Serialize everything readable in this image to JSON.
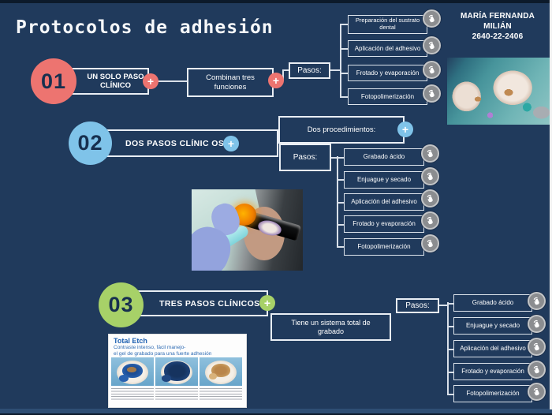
{
  "page": {
    "title": "Protocolos de adhesión"
  },
  "header": {
    "name": "MARÍA FERNANDA\nMILIÁN\n2640-22-2406"
  },
  "glyphs": {
    "plus": "+"
  },
  "colors": {
    "background": "#203a5c",
    "coral": "#ed7470",
    "light_blue": "#7fc3e9",
    "green": "#a7d168",
    "number_text": "#17304f",
    "line": "#d9e0e9"
  },
  "sections": {
    "s1": {
      "number": "01",
      "title": "UN SOLO PASO\nCLÍNICO",
      "node1": "Combinan tres\nfunciones",
      "pasos_label": "Pasos:",
      "steps": [
        "Preparación del sustrato dental",
        "Aplicación del adhesivo",
        "Frotado y evaporación",
        "Fotopolimerización"
      ]
    },
    "s2": {
      "number": "02",
      "title": "DOS PASOS CLÍNIC OS",
      "node1": "Dos procedimientos:",
      "pasos_label": "Pasos:",
      "steps": [
        "Grabado ácido",
        "Enjuague y secado",
        "Aplicación del adhesivo",
        "Frotado y evaporación",
        "Fotopolimerización"
      ]
    },
    "s3": {
      "number": "03",
      "title": "TRES PASOS CLÍNICOS",
      "node1": "Tiene un sistema total de\ngrabado",
      "pasos_label": "Pasos:",
      "steps": [
        "Grabado ácido",
        "Enjuague y secado",
        "Aplicación del adhesivo",
        "Frotado y evaporación",
        "Fotopolimerización"
      ]
    }
  },
  "total_etch": {
    "title": "Total Etch",
    "subtitle": "Contraste intenso, fácil manejo-\nel gel de grabado para una fuerte adhesión"
  }
}
